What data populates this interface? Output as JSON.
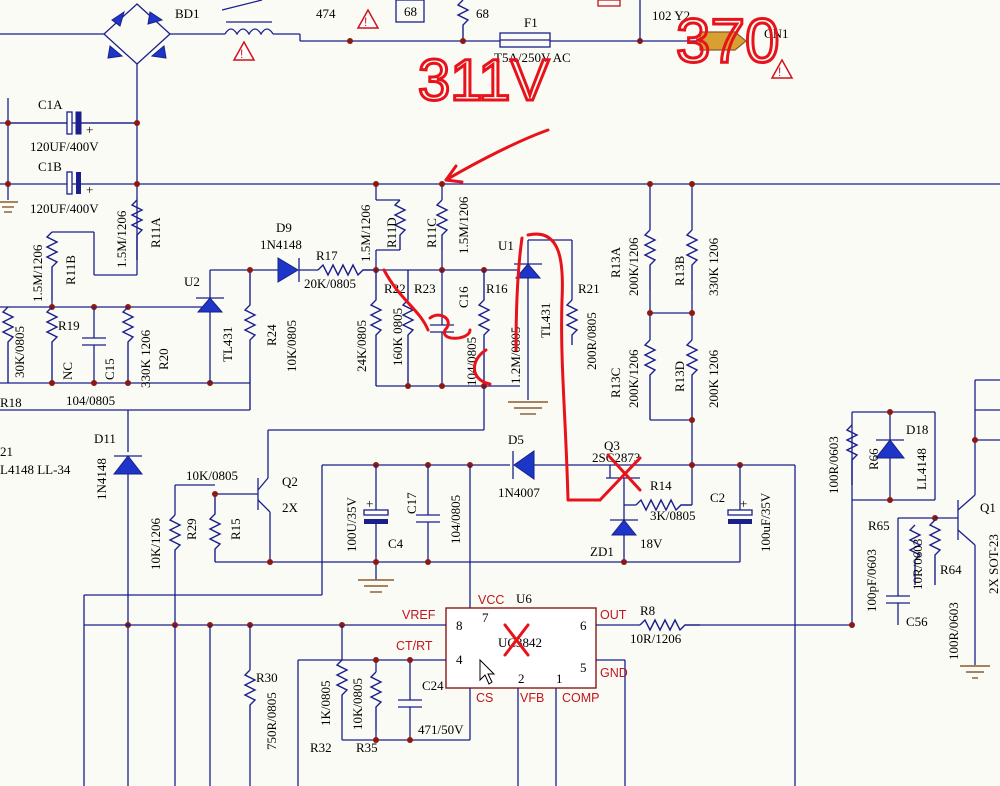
{
  "components": {
    "bd1": "BD1",
    "n474": "474",
    "n68a": "68",
    "n68b": "68",
    "f1": "F1",
    "fuse_rating": "T5A/250V AC",
    "y2": "102 Y2",
    "cn1": "CN1",
    "c1a": "C1A",
    "c1a_val": "120UF/400V",
    "c1b": "C1B",
    "c1b_val": "120UF/400V",
    "r11a": "R11A",
    "r11a_val": "1.5M/1206",
    "r11b": "R11B",
    "r11b_val": "1.5M/1206",
    "r11d": "R11D",
    "r11d_val": "1.5M/1206",
    "r11c": "R11C",
    "r11c_val": "1.5M/1206",
    "d9": "D9",
    "d9_val": "1N4148",
    "r17": "R17",
    "r17_val": "20K/0805",
    "u2": "U2",
    "u2_val": "TL431",
    "u1": "U1",
    "u1_val": "TL431",
    "r24": "R24",
    "r24_val": "10K/0805",
    "r18": "R18",
    "r18_val": "30K/0805",
    "r19": "R19",
    "r19_val": "NC",
    "c15": "C15",
    "c15_val": "104/0805",
    "r20": "R20",
    "r20_val": "330K 1206",
    "r22": "R22",
    "r22_val": "160K 0805",
    "r22_b": "24K/0805",
    "r23": "R23",
    "c16": "C16",
    "c16_val": "104/0805",
    "r16": "R16",
    "r16_val": "1.2M/0805",
    "r21": "R21",
    "r21_val": "200R/0805",
    "r13a": "R13A",
    "r13a_val": "200K/1206",
    "r13b": "R13B",
    "r13b_val": "330K 1206",
    "r13c": "R13C",
    "r13c_val": "200K/1206",
    "r13d": "R13D",
    "r13d_val": "200K 1206",
    "d11": "D11",
    "d11_val": "1N4148",
    "d21": "21",
    "d21_val": "L4148 LL-34",
    "r15_val": "10K/0805",
    "r15": "R15",
    "q2": "Q2",
    "q2_val": "2X",
    "r29": "R29",
    "r29_val": "10K/1206",
    "d5": "D5",
    "d5_val": "1N4007",
    "q3": "Q3",
    "q3_val": "2SC2873",
    "r14": "R14",
    "r14_val": "3K/0805",
    "c2": "C2",
    "c2_val": "100uF/35V",
    "c4": "C4",
    "c4_val": "100U/35V",
    "c17": "C17",
    "c17_val": "104/0805",
    "zd1": "ZD1",
    "zd1_val": "18V",
    "r66": "R66",
    "r66_val": "100R/0603",
    "d18": "D18",
    "d18_val": "LL4148",
    "r65": "R65",
    "r65_val": "10R/0603",
    "c56": "C56",
    "c56_val": "100pF/0603",
    "r64": "R64",
    "r64_val": "100R/0603",
    "q1": "Q1",
    "q1_val": "2X SOT-23",
    "u6": "U6",
    "u6_val": "UC3842",
    "r8": "R8",
    "r8_val": "10R/1206",
    "r30": "R30",
    "r30_val": "750R/0805",
    "r32": "R32",
    "r32_val": "1K/0805",
    "r35": "R35",
    "r35_val": "10K/0805",
    "c24": "C24",
    "c24_val": "471/50V"
  },
  "ic_pins": {
    "vcc": "VCC",
    "vref": "VREF",
    "ctrt": "CT/RT",
    "cs": "CS",
    "vfb": "VFB",
    "comp": "COMP",
    "out": "OUT",
    "gnd": "GND",
    "p1": "1",
    "p2": "2",
    "p4": "4",
    "p5": "5",
    "p6": "6",
    "p7": "7",
    "p8": "8"
  },
  "annotations": {
    "voltage_left": "311V",
    "voltage_right": "370"
  },
  "colors": {
    "wire": "#1a1f8c",
    "junction": "#8b1a12",
    "pen": "#e8121b",
    "pin_label": "#c0151f"
  }
}
